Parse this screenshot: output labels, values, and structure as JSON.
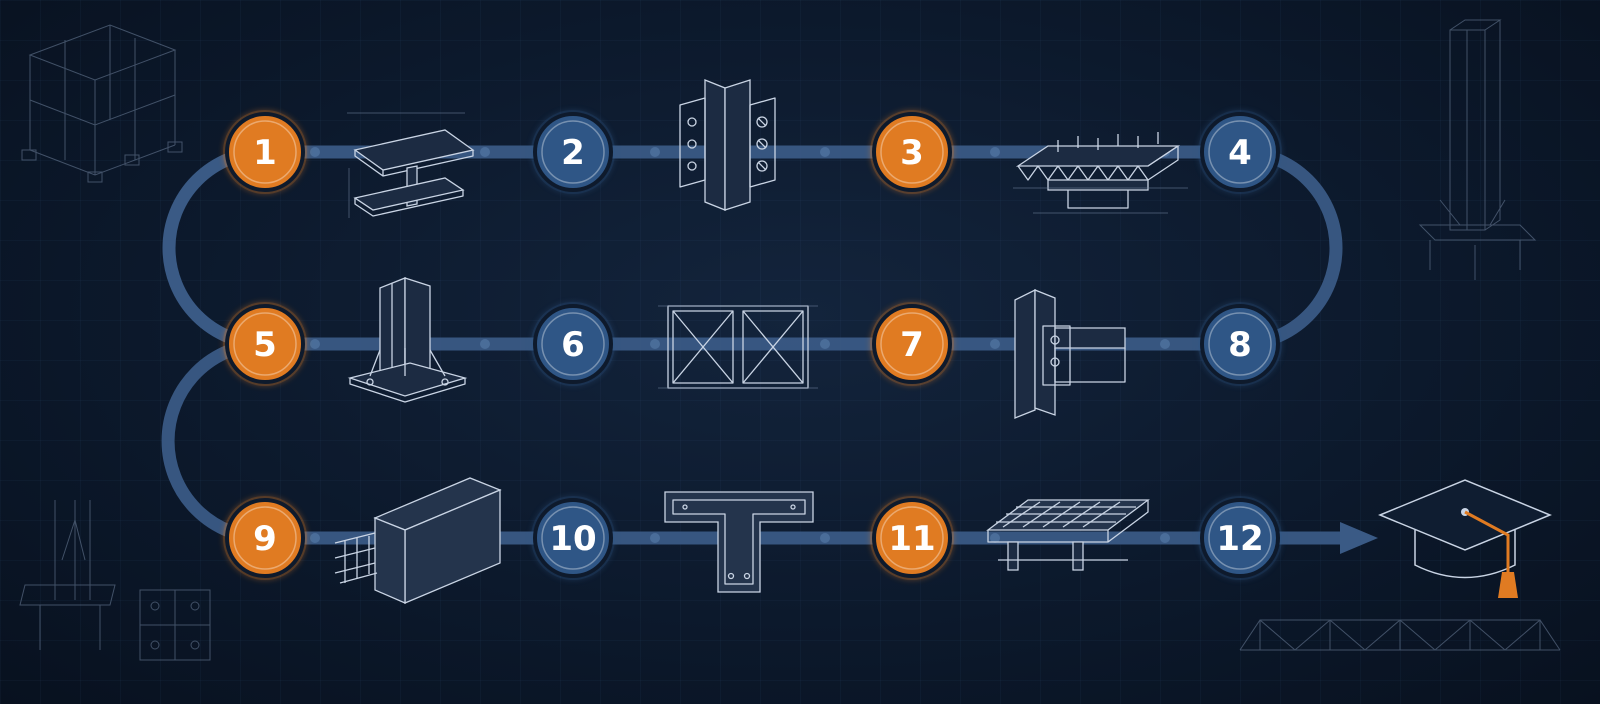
{
  "colors": {
    "background": "#0b1628",
    "path": "#3a5a85",
    "orange": "#e07b22",
    "blue": "#2f5686",
    "ring": "#0e1a2c",
    "cap_tassel": "#e07b22"
  },
  "nodes": [
    {
      "label": "1",
      "color": "orange",
      "icon": "steel-plate-girder-icon"
    },
    {
      "label": "2",
      "color": "blue",
      "icon": "bolted-splice-connection-icon"
    },
    {
      "label": "3",
      "color": "orange",
      "icon": "composite-deck-slab-icon"
    },
    {
      "label": "4",
      "color": "blue",
      "icon": null
    },
    {
      "label": "5",
      "color": "orange",
      "icon": "column-base-plate-icon"
    },
    {
      "label": "6",
      "color": "blue",
      "icon": "braced-frame-icon"
    },
    {
      "label": "7",
      "color": "orange",
      "icon": "beam-column-connection-icon"
    },
    {
      "label": "8",
      "color": "blue",
      "icon": null
    },
    {
      "label": "9",
      "color": "orange",
      "icon": "reinforced-concrete-beam-icon"
    },
    {
      "label": "10",
      "color": "blue",
      "icon": "t-beam-section-icon"
    },
    {
      "label": "11",
      "color": "orange",
      "icon": "reinforced-slab-icon"
    },
    {
      "label": "12",
      "color": "blue",
      "icon": "graduation-cap-icon"
    }
  ],
  "decorations": [
    "building-frame-icon",
    "tall-column-icon",
    "column-footing-icon",
    "anchor-plate-icon",
    "truss-bridge-icon"
  ]
}
